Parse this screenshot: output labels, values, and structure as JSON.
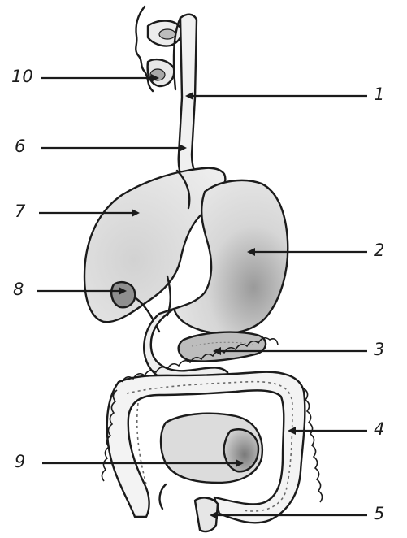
{
  "diagram": {
    "subject": "digestive-system",
    "labels": [
      {
        "id": "10",
        "text": "10"
      },
      {
        "id": "1",
        "text": "1"
      },
      {
        "id": "6",
        "text": "6"
      },
      {
        "id": "7",
        "text": "7"
      },
      {
        "id": "2",
        "text": "2"
      },
      {
        "id": "8",
        "text": "8"
      },
      {
        "id": "3",
        "text": "3"
      },
      {
        "id": "4",
        "text": "4"
      },
      {
        "id": "9",
        "text": "9"
      },
      {
        "id": "5",
        "text": "5"
      }
    ],
    "colors": {
      "ink": "#1b1b1b",
      "organ_fill": "#e2e2e2",
      "shade": "#9a9a9a",
      "background": "#ffffff"
    }
  }
}
